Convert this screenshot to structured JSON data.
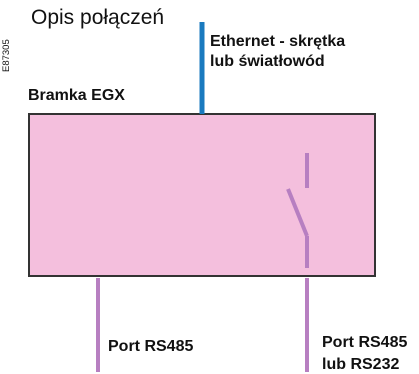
{
  "diagram": {
    "title": "Opis połączeń",
    "figure_code": "E87305",
    "device_label": "Bramka EGX",
    "ethernet_label_line1": "Ethernet - skrętka",
    "ethernet_label_line2": "lub światłowód",
    "port1_label": "Port RS485",
    "port2_label_line1": "Port RS485",
    "port2_label_line2": "lub RS232"
  },
  "colors": {
    "device_fill": "#f4bfdd",
    "device_border": "#333333",
    "ethernet_line": "#1a7abf",
    "port_line": "#b77fc1"
  }
}
